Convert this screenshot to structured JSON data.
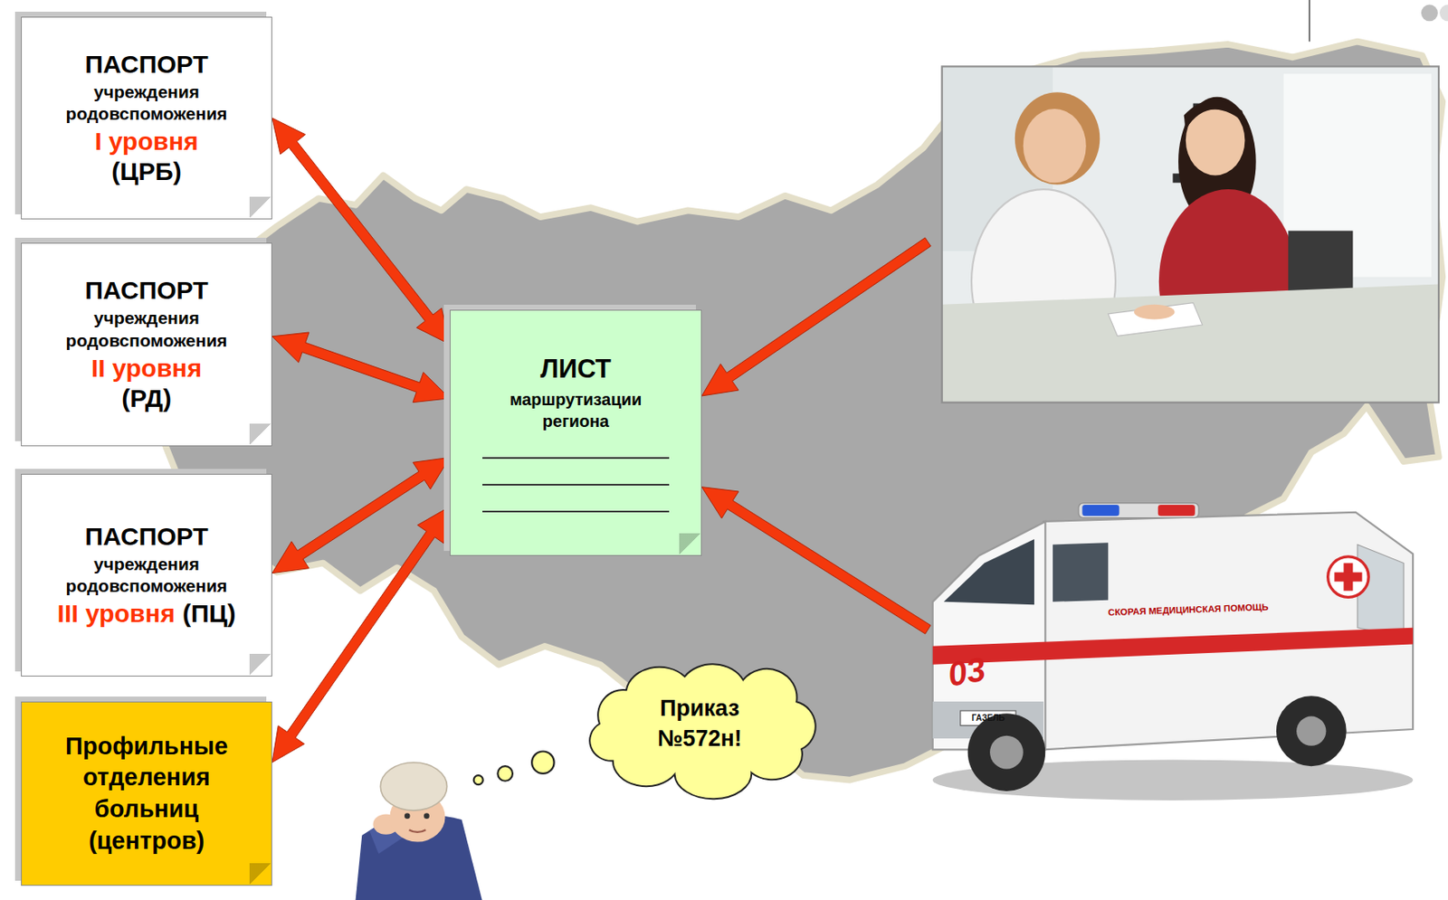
{
  "diagram": {
    "nodes": [
      {
        "text": [
          "ПАСПОРТ",
          "учреждения родовспоможения",
          "I уровня",
          "(ЦРБ)"
        ]
      },
      {
        "text": [
          "ПАСПОРТ",
          "учреждения родовспоможения",
          "II уровня",
          "(РД)"
        ]
      },
      {
        "text": [
          "ПАСПОРТ",
          "учреждения родовспоможения",
          "III уровня",
          "(ПЦ)"
        ]
      },
      {
        "text": [
          "Профильные отделения больниц (центров)"
        ]
      },
      {
        "text": [
          "ЛИСТ",
          "маршрутизации региона"
        ]
      },
      {
        "text": [
          "Приказ №572н!"
        ]
      }
    ],
    "edges": [
      {
        "from": 0,
        "to": 4,
        "arrow": "both"
      },
      {
        "from": 1,
        "to": 4,
        "arrow": "both"
      },
      {
        "from": 2,
        "to": 4,
        "arrow": "both"
      },
      {
        "from": 3,
        "to": 4,
        "arrow": "both"
      }
    ],
    "labels": [
      "03",
      "СКОРАЯ МЕДИЦИНСКАЯ ПОМОЩЬ",
      "ГАЗЕЛЬ"
    ]
  }
}
